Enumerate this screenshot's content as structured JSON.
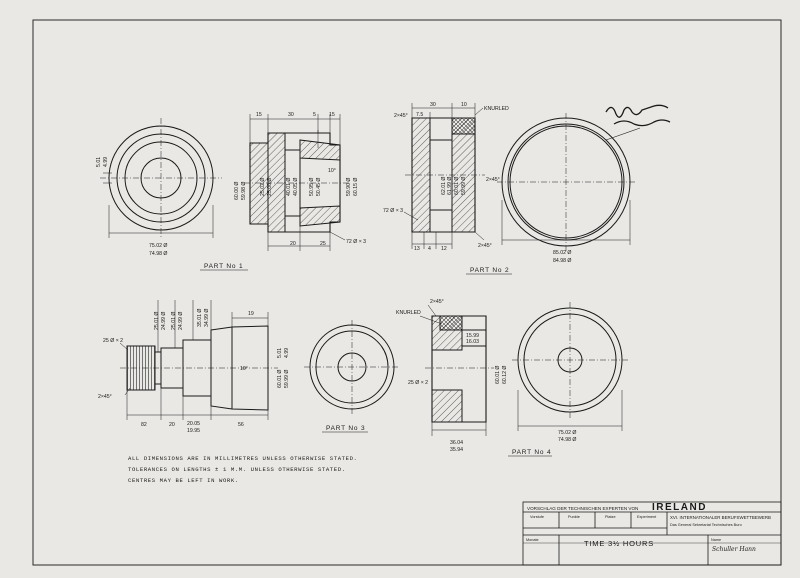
{
  "sheet": {
    "title_block": {
      "proposal_line": "VORSCHLAG DER TECHNISCHEN EXPERTEN VON",
      "country": "IRELAND",
      "col_headers": [
        "Vorstufe",
        "Punkte",
        "Platze",
        "Experiment"
      ],
      "org_line1": "XVI. INTERNATIONALER BERUFSWETTBEWERB",
      "org_line2": "Das General Sekretariat Technisches Buro",
      "row_label": "Monate",
      "time_text": "TIME 3½ HOURS",
      "name_label": "Name",
      "name_value": "Schuller Hann"
    },
    "notes": [
      "ALL DIMENSIONS ARE IN MILLIMETRES UNLESS OTHERWISE STATED.",
      "TOLERANCES ON LENGTHS ± 1 M.M. UNLESS OTHERWISE STATED.",
      "CENTRES MAY BE LEFT IN WORK."
    ],
    "parts": [
      {
        "label": "PART No 1"
      },
      {
        "label": "PART No 2"
      },
      {
        "label": "PART No 3"
      },
      {
        "label": "PART No 4"
      }
    ],
    "dims": {
      "p1_dia_top": "75.02 Ø",
      "p1_dia_bot": "74.98 Ø",
      "p1_hole_a": "5.01",
      "p1_hole_b": "4.99",
      "p1_len_15": "15",
      "p1_len_30": "30",
      "p1_len_5": "5",
      "p1_len_15b": "15",
      "p1_len_20": "20",
      "p1_len_25": "25",
      "p1_d60a": "60.00 Ø",
      "p1_d60b": "59.98 Ø",
      "p1_d25a": "25.02 Ø",
      "p1_d25b": "25.00 Ø",
      "p1_d40a": "40.01 Ø",
      "p1_d40b": "40.05 Ø",
      "p1_d5095": "50.95 Ø",
      "p1_d5045": "50.45 Ø",
      "p1_d5990": "59.90 Ø",
      "p1_d6015": "60.15 Ø",
      "p1_taper": "10°",
      "p1_chamfer": "72 Ø × 3",
      "p2_chamfer_a": "2×45°",
      "p2_len_30": "30",
      "p2_len_10": "10",
      "p2_len_75": "7.5",
      "p2_knurled": "KNURLED",
      "p2_d62a": "62.01 Ø",
      "p2_d62b": "61.99 Ø",
      "p2_d60a": "60.01 Ø",
      "p2_d60b": "59.99 Ø",
      "p2_chamfer_b": "72 Ø × 3",
      "p2_len_13": "13",
      "p2_len_4": "4",
      "p2_len_12": "12",
      "p2_chamfer_c": "2×45°",
      "p2_chamfer_d": "2×45°",
      "p2_dia_top": "85.02 Ø",
      "p2_dia_bot": "84.98 Ø",
      "p3_d25a": "25.01 Ø",
      "p3_d25b": "24.99 Ø",
      "p3_d25c": "25.01 Ø",
      "p3_d25d": "24.99 Ø",
      "p3_d35a": "35.01 Ø",
      "p3_d35b": "34.99 Ø",
      "p3_len_19": "19",
      "p3_thread": "25 Ø × 2",
      "p3_chamfer": "2×45°",
      "p3_len_82": "82",
      "p3_len_20": "20",
      "p3_len_2005": "20.05",
      "p3_len_1995": "19.95",
      "p3_len_56": "56",
      "p3_d60a": "60.01 Ø",
      "p3_d60b": "59.99 Ø",
      "p3_hole_a": "5.01",
      "p3_hole_b": "4.99",
      "p3_taper": "10°",
      "p4_chamfer": "2×45°",
      "p4_knurled": "KNURLED",
      "p4_d1599": "15.99",
      "p4_d1603": "16.03",
      "p4_thread": "25 Ø × 2",
      "p4_d60a": "60.01 Ø",
      "p4_d60b": "60.12 Ø",
      "p4_len_a": "36.04",
      "p4_len_b": "35.94",
      "p4_dia_top": "75.02 Ø",
      "p4_dia_bot": "74.98 Ø"
    }
  }
}
